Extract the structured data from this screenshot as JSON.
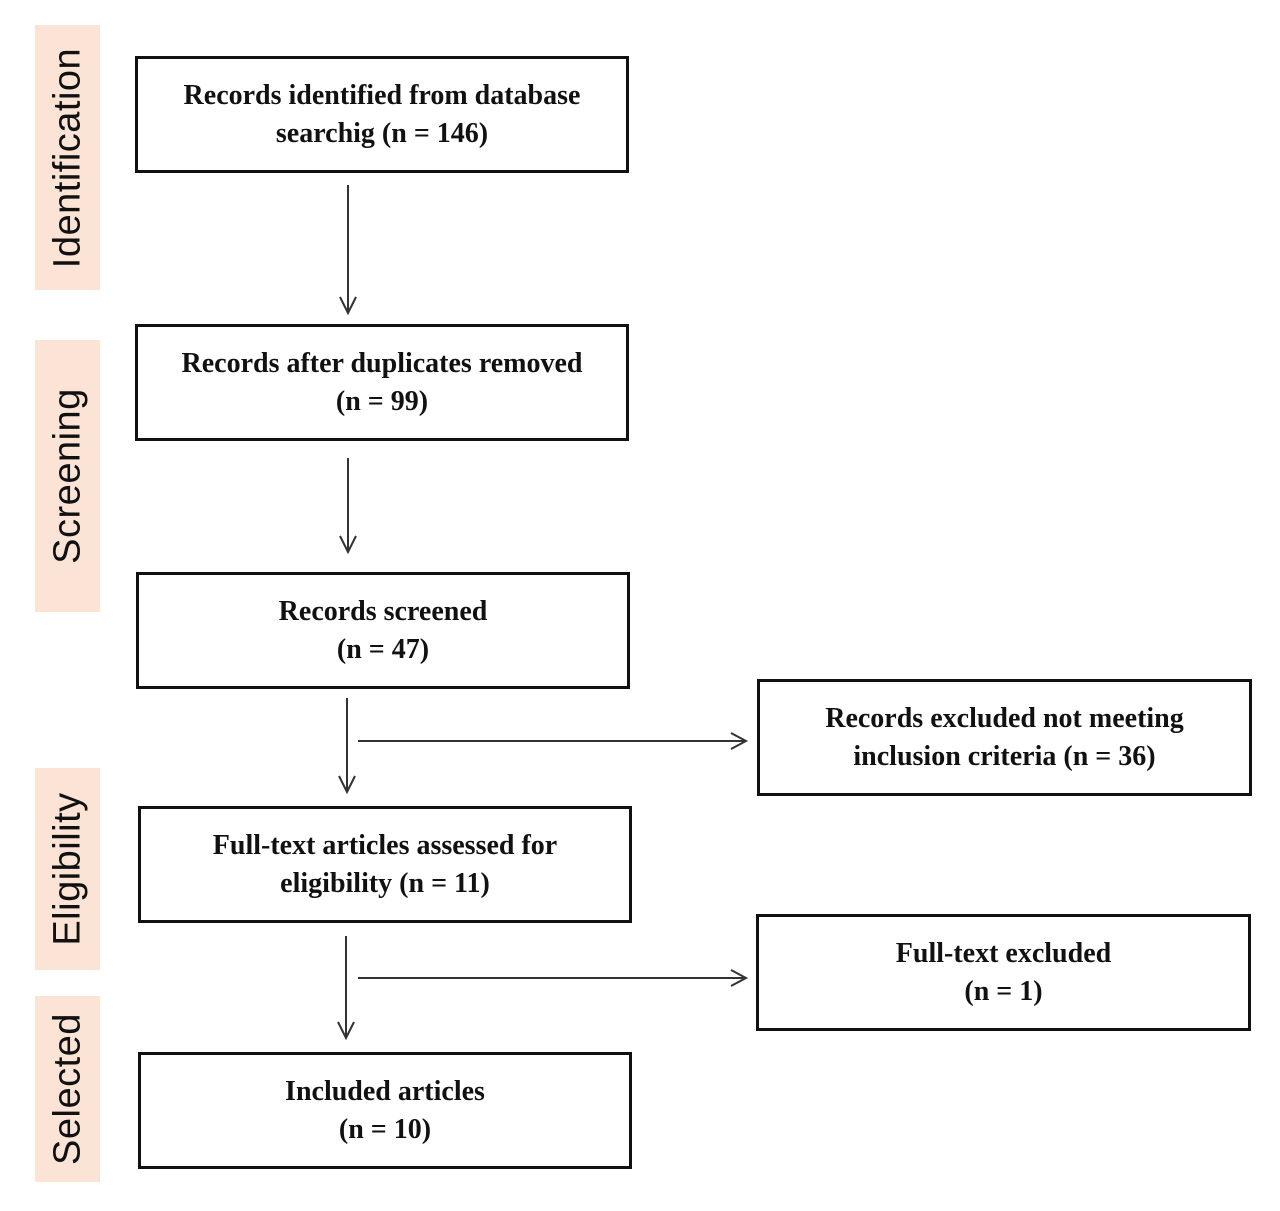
{
  "stages": {
    "identification": "Identification",
    "screening": "Screening",
    "eligibility": "Eligibility",
    "selected": "Selected"
  },
  "boxes": {
    "identified": {
      "line1": "Records identified from database",
      "line2": "searchig (n = 146)",
      "count": 146
    },
    "duplicates_removed": {
      "line1": "Records after duplicates removed",
      "line2": "(n = 99)",
      "count": 99
    },
    "screened": {
      "line1": "Records screened",
      "line2": "(n = 47)",
      "count": 47
    },
    "excluded_criteria": {
      "line1": "Records excluded not meeting",
      "line2": "inclusion criteria (n = 36)",
      "count": 36
    },
    "full_text_assessed": {
      "line1": "Full-text articles assessed for",
      "line2": "eligibility (n = 11)",
      "count": 11
    },
    "full_text_excluded": {
      "line1": "Full-text excluded",
      "line2": "(n = 1)",
      "count": 1
    },
    "included": {
      "line1": "Included articles",
      "line2": "(n = 10)",
      "count": 10
    }
  },
  "colors": {
    "stage_band": "#fbe4d5",
    "border": "#111111",
    "arrow": "#333333"
  }
}
